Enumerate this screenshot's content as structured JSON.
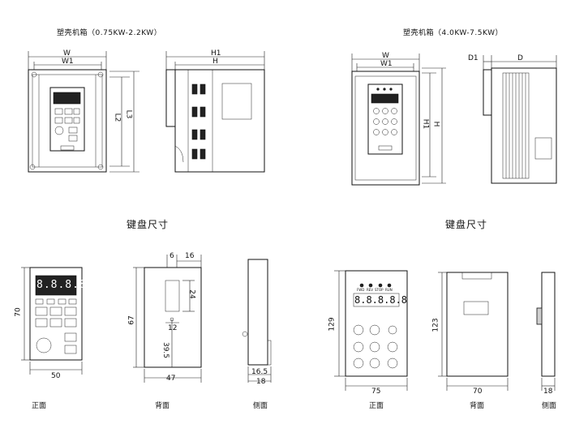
{
  "titles": {
    "small_case": "塑壳机箱（0.75KW-2.2KW）",
    "large_case": "塑壳机箱（4.0KW-7.5KW）",
    "keyboard_left": "键盘尺寸",
    "keyboard_right": "键盘尺寸"
  },
  "dims": {
    "W": "W",
    "W1": "W1",
    "H1": "H1",
    "H": "H",
    "L2": "L2",
    "L3": "L3",
    "W_b": "W",
    "W1_b": "W1",
    "H1_b": "H1",
    "H_b": "H",
    "D1": "D1",
    "D": "D",
    "k70": "70",
    "k50": "50",
    "k16": "16",
    "k6": "6",
    "k24": "24",
    "k67": "67",
    "k12": "12",
    "k395": "39.5",
    "k47": "47",
    "k165": "16.5",
    "k18": "18",
    "k129": "129",
    "k75": "75",
    "k123": "123",
    "k70b": "70",
    "k18b": "18"
  },
  "keys": {
    "fwd": "FWD",
    "rev": "REV",
    "stop": "STOP",
    "run": "RUN"
  },
  "views": {
    "front": "正面",
    "back": "背面",
    "side": "侧面",
    "front_b": "正面",
    "back_b": "背面",
    "side_b": "侧面"
  },
  "display": {
    "left": "8.8.8.8.",
    "right": "8.8.8.8.8"
  }
}
